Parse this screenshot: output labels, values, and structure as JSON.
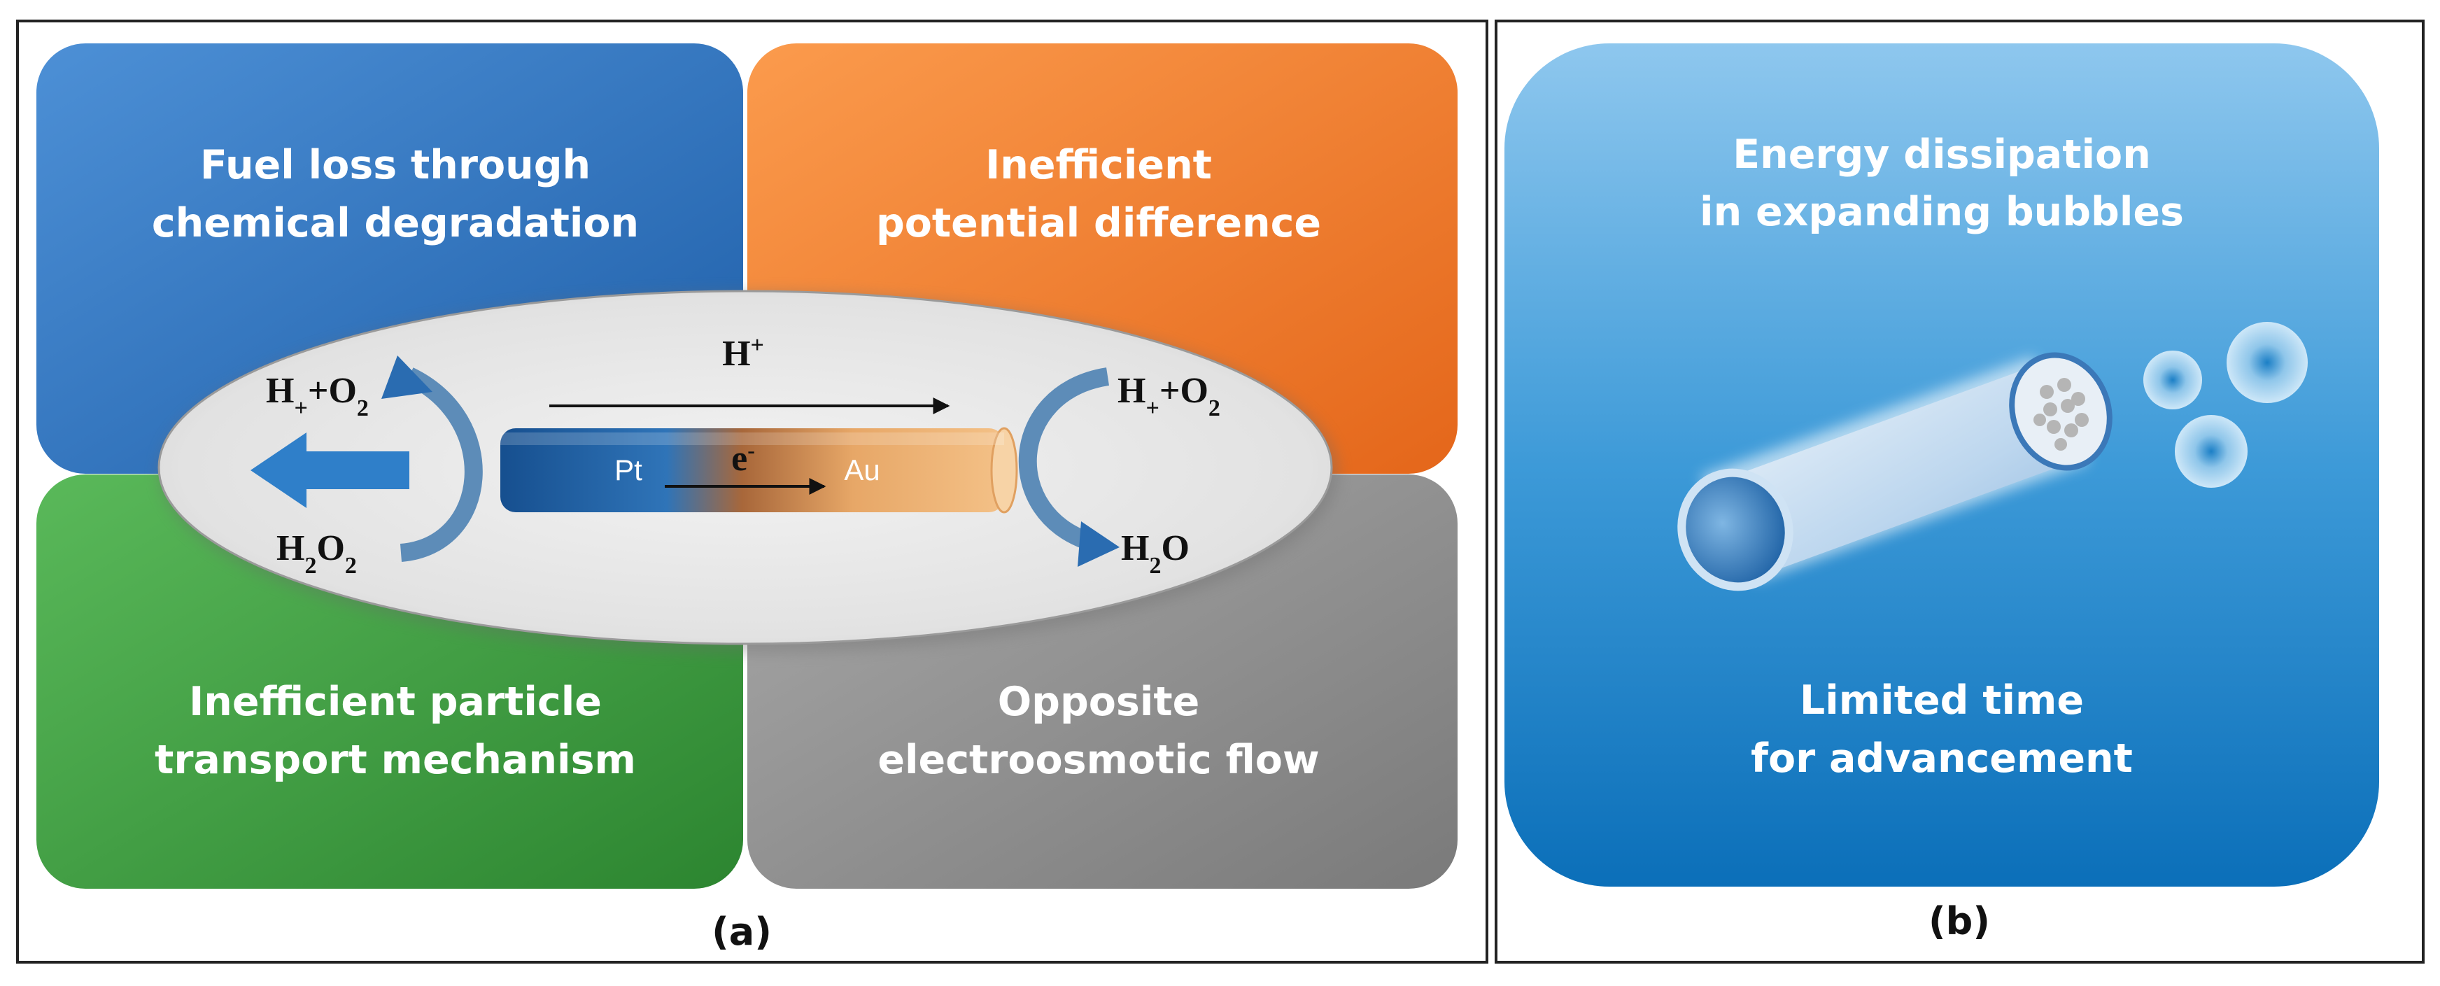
{
  "panel_a": {
    "caption": "(a)",
    "tiles": {
      "top_left": {
        "line1": "Fuel loss through",
        "line2": "chemical degradation",
        "color": "#2f73c2"
      },
      "top_right": {
        "line1": "Inefficient",
        "line2": "potential difference",
        "color": "#f07a2a"
      },
      "bottom_left": {
        "line1": "Inefficient particle",
        "line2": "transport mechanism",
        "color": "#3a9a3c"
      },
      "bottom_right": {
        "line1": "Opposite",
        "line2": "electroosmotic flow",
        "color": "#8c8c8c"
      }
    },
    "reaction": {
      "left_top": {
        "base": "H",
        "sub": "+",
        "mid": "+O",
        "sub2": "2"
      },
      "left_bottom": {
        "base": "H",
        "sub": "2",
        "mid": "O",
        "sub2": "2"
      },
      "right_top": {
        "base": "H",
        "sub": "+",
        "mid": "+O",
        "sub2": "2"
      },
      "right_bottom": {
        "base": "H",
        "sub": "2",
        "mid": "O"
      },
      "proton": {
        "base": "H",
        "sup": "+"
      },
      "electron": {
        "base": "e",
        "sup": "-"
      },
      "rod_left": "Pt",
      "rod_right": "Au"
    }
  },
  "panel_b": {
    "caption": "(b)",
    "top_line1": "Energy dissipation",
    "top_line2": "in expanding bubbles",
    "bottom_line1": "Limited time",
    "bottom_line2": "for advancement",
    "color": "#1f86cf"
  }
}
